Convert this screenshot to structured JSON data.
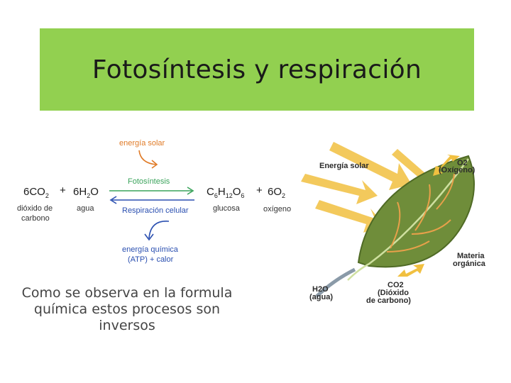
{
  "slide": {
    "title": "Fotosíntesis y respiración",
    "caption": "Como se observa en la formula química estos procesos son inversos"
  },
  "equation": {
    "reactant1": {
      "coef": "6",
      "formula": "CO",
      "sub": "2"
    },
    "plus1": "+",
    "reactant2": {
      "coef": "6",
      "formula": "H",
      "sub": "2",
      "tail": "O"
    },
    "product1": {
      "c": "C",
      "c_sub": "6",
      "h": "H",
      "h_sub": "12",
      "o": "O",
      "o_sub": "6"
    },
    "plus2": "+",
    "product2": {
      "coef": "6",
      "formula": "O",
      "sub": "2"
    },
    "labels": {
      "energia_solar": "energía solar",
      "fotosintesis": "Fotosíntesis",
      "respiracion": "Respiración celular",
      "energia_quimica_1": "energía química",
      "energia_quimica_2": "(ATP) + calor",
      "dioxido_1": "dióxido de",
      "dioxido_2": "carbono",
      "agua": "agua",
      "glucosa": "glucosa",
      "oxigeno": "oxígeno"
    }
  },
  "leaf": {
    "energia_solar": "Energía solar",
    "o2_1": "O2",
    "o2_2": "(Oxígeno)",
    "materia_1": "Materia",
    "materia_2": "orgánica",
    "h2o_1": "H2O",
    "h2o_2": "(agua)",
    "co2_1": "CO2",
    "co2_2": "(Dióxido",
    "co2_3": "de carbono)"
  },
  "colors": {
    "title_bg": "#92d050",
    "orange": "#e07b28",
    "green": "#3aa35b",
    "blue": "#2a4fb0",
    "leaf": "#6f8d3a",
    "sun_arrow": "#f1c040"
  }
}
